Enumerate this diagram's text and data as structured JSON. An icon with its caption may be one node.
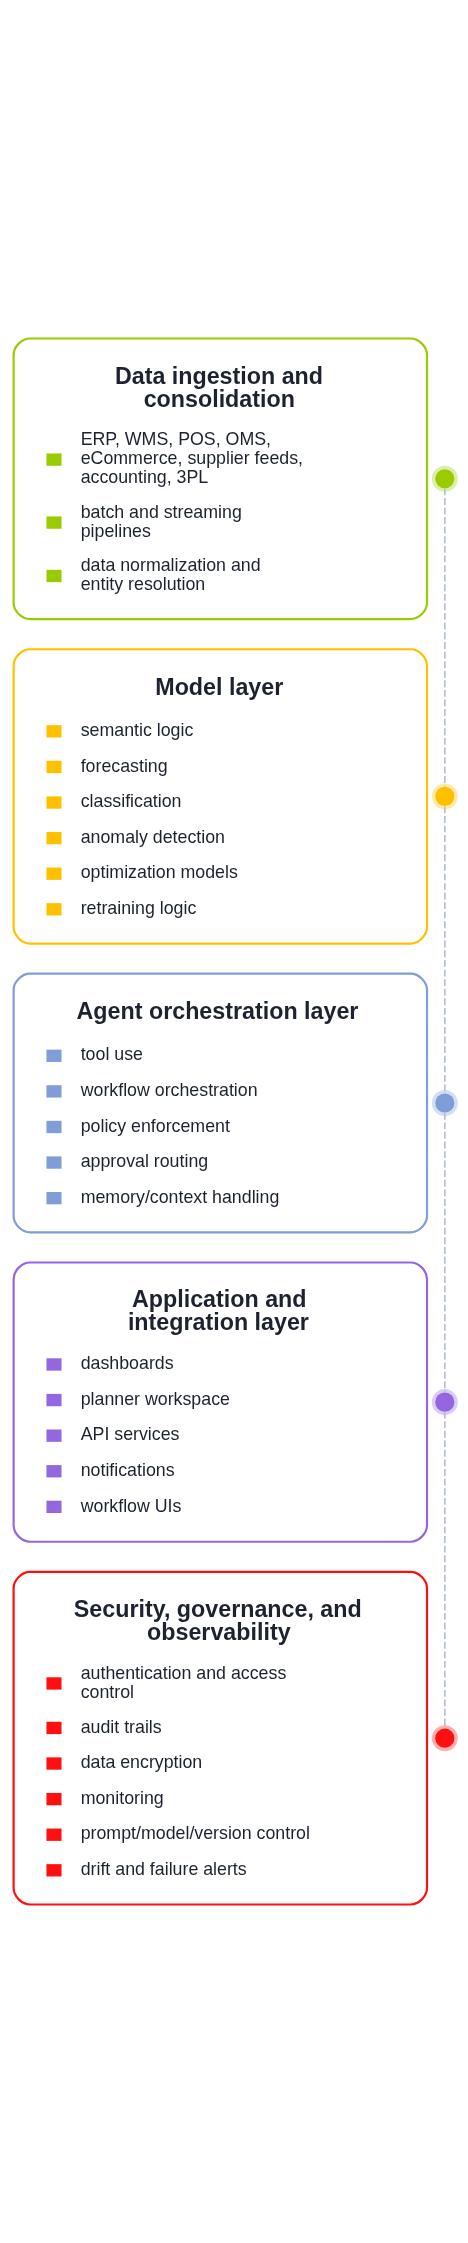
{
  "diagram": {
    "nodes": [
      {
        "text": [
          "Data ingestion and consolidation",
          "ERP, WMS, POS, OMS, eCommerce, supplier feeds, accounting, 3PL",
          "batch and streaming pipelines",
          "data normalization and entity resolution"
        ]
      },
      {
        "text": [],
        "shape": "circle"
      },
      {
        "text": [
          "Model layer",
          "semantic logic",
          "forecasting",
          "classification",
          "anomaly detection",
          "optimization models",
          "retraining logic"
        ]
      },
      {
        "text": [],
        "shape": "circle"
      },
      {
        "text": [
          "Agent orchestration layer",
          "tool use",
          "workflow orchestration",
          "policy enforcement",
          "approval routing",
          "memory/context handling"
        ]
      },
      {
        "text": [],
        "shape": "circle"
      },
      {
        "text": [
          "Application and integration layer",
          "dashboards",
          "planner workspace",
          "API services",
          "notifications",
          "workflow UIs"
        ]
      },
      {
        "text": [],
        "shape": "circle"
      },
      {
        "text": [
          "Security, governance, and observability",
          "authentication and access control",
          "audit trails",
          "data encryption",
          "monitoring",
          "prompt/model/version control",
          "drift and failure alerts"
        ]
      },
      {
        "text": [],
        "shape": "circle"
      }
    ],
    "edges": [
      {
        "from": 1,
        "to": 3,
        "arrow": "none",
        "style": "dashed"
      },
      {
        "from": 3,
        "to": 5,
        "arrow": "none",
        "style": "dashed"
      },
      {
        "from": 5,
        "to": 7,
        "arrow": "none",
        "style": "dashed"
      },
      {
        "from": 7,
        "to": 9,
        "arrow": "none",
        "style": "dashed"
      }
    ]
  }
}
